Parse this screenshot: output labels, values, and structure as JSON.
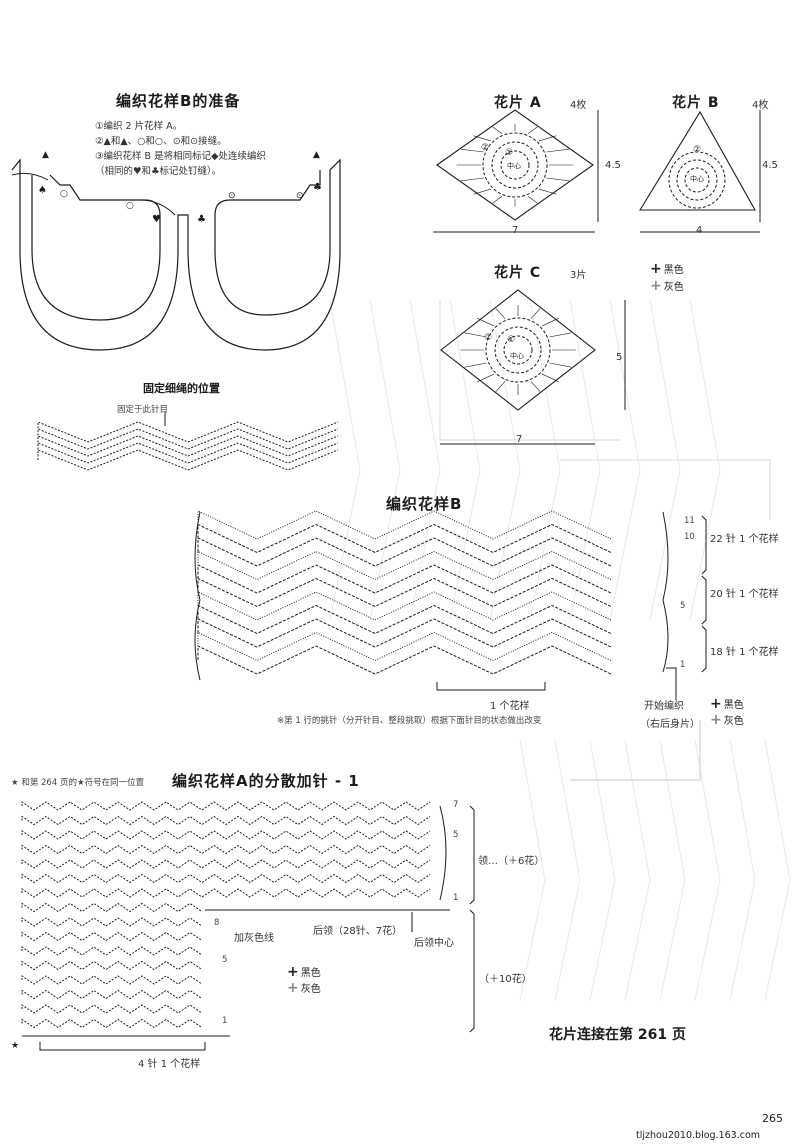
{
  "prep": {
    "title": "编织花样B的准备",
    "steps": [
      "①编织 2 片花样 A。",
      "②▲和▲、○和○、⊙和⊙接缝。",
      "③编织花样 B 是将相同标记◆处连续编织",
      "（相同的♥和♣标记处钉缝）。"
    ]
  },
  "motif_a": {
    "title": "花片 A",
    "count": "4枚",
    "width": "7",
    "height": "4.5"
  },
  "motif_b": {
    "title": "花片 B",
    "count": "4枚",
    "width": "4",
    "height": "4.5"
  },
  "motif_c": {
    "title": "花片 C",
    "count": "3片",
    "width": "7",
    "height": "5"
  },
  "motif_labels": {
    "ring1": "①",
    "ring2": "②",
    "center": "中心"
  },
  "legend_top": [
    {
      "sym": "+",
      "label": "黑色"
    },
    {
      "sym": "+",
      "label": "灰色"
    }
  ],
  "cord": {
    "title": "固定细绳的位置",
    "note": "固定于此针目"
  },
  "pattern_b": {
    "title": "编织花样B",
    "row_numbers": [
      "11",
      "10",
      "5",
      "1"
    ],
    "repeat_labels": [
      "22 针 1 个花样",
      "20 针 1 个花样",
      "18 针 1 个花样"
    ],
    "bottom_label": "1 个花样",
    "start_label": "开始编织",
    "start_sub": "（右后身片）",
    "footnote": "※第 1 行的挑针（分开针目、整段挑取）根据下面针目的状态做出改变",
    "legend": [
      {
        "sym": "+",
        "label": "黑色"
      },
      {
        "sym": "+",
        "label": "灰色"
      }
    ]
  },
  "pattern_a": {
    "title": "编织花样A的分散加针 - 1",
    "star_note": "★ 和第 264 页的★符号在同一位置",
    "row_numbers": [
      "7",
      "5",
      "1",
      "8",
      "5",
      "1"
    ],
    "label_gray": "加灰色线",
    "label_back": "后领（28针、7花）",
    "label_center": "后领中心",
    "label_neck": "领…（＋6花）",
    "label_plus10": "（＋10花）",
    "bottom_label": "4 针 1 个花样",
    "legend": [
      {
        "sym": "+",
        "label": "黑色"
      },
      {
        "sym": "+",
        "label": "灰色"
      }
    ],
    "star": "★"
  },
  "connect_note": "花片连接在第 261 页",
  "page_number": "265",
  "watermark": "tljzhou2010.blog.163.com",
  "colors": {
    "ink": "#1c1c1c",
    "gray_yarn": "#888888",
    "faint_bg": "#d4d8de"
  }
}
